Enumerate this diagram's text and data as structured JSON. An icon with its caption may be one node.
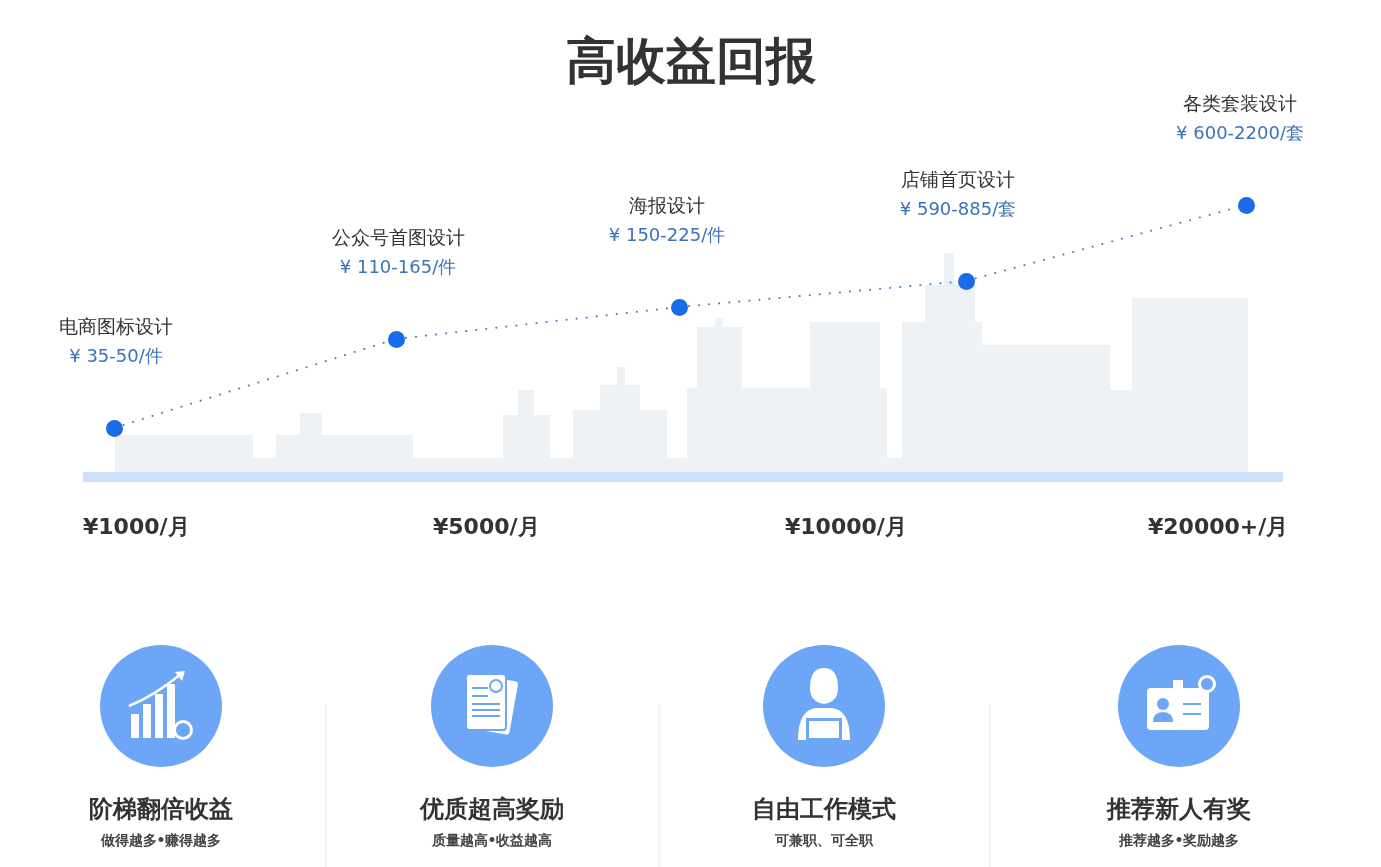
{
  "diagram": {
    "title": "高收益回报",
    "nodes": [
      {
        "text": [
          "电商图标设计",
          "¥ 35-50/件"
        ]
      },
      {
        "text": [
          "公众号首图设计",
          "¥ 110-165/件"
        ]
      },
      {
        "text": [
          "海报设计",
          "¥ 150-225/件"
        ]
      },
      {
        "text": [
          "店铺首页设计",
          "¥ 590-885/套"
        ]
      },
      {
        "text": [
          "各类套装设计",
          "¥ 600-2200/套"
        ]
      }
    ],
    "edges": [
      {
        "from": 0,
        "to": 1,
        "arrow": "none",
        "style": "dashed"
      },
      {
        "from": 1,
        "to": 2,
        "arrow": "none",
        "style": "dashed"
      },
      {
        "from": 2,
        "to": 3,
        "arrow": "none",
        "style": "dashed"
      },
      {
        "from": 3,
        "to": 4,
        "arrow": "none",
        "style": "dashed"
      }
    ],
    "labels": [
      "¥1000/月",
      "¥5000/月",
      "¥10000/月",
      "¥20000+/月",
      "阶梯翻倍收益",
      "做得越多•赚得越多",
      "优质超高奖励",
      "质量越高•收益越高",
      "自由工作模式",
      "可兼职、可全职",
      "推荐新人有奖",
      "推荐越多•奖励越多"
    ]
  }
}
